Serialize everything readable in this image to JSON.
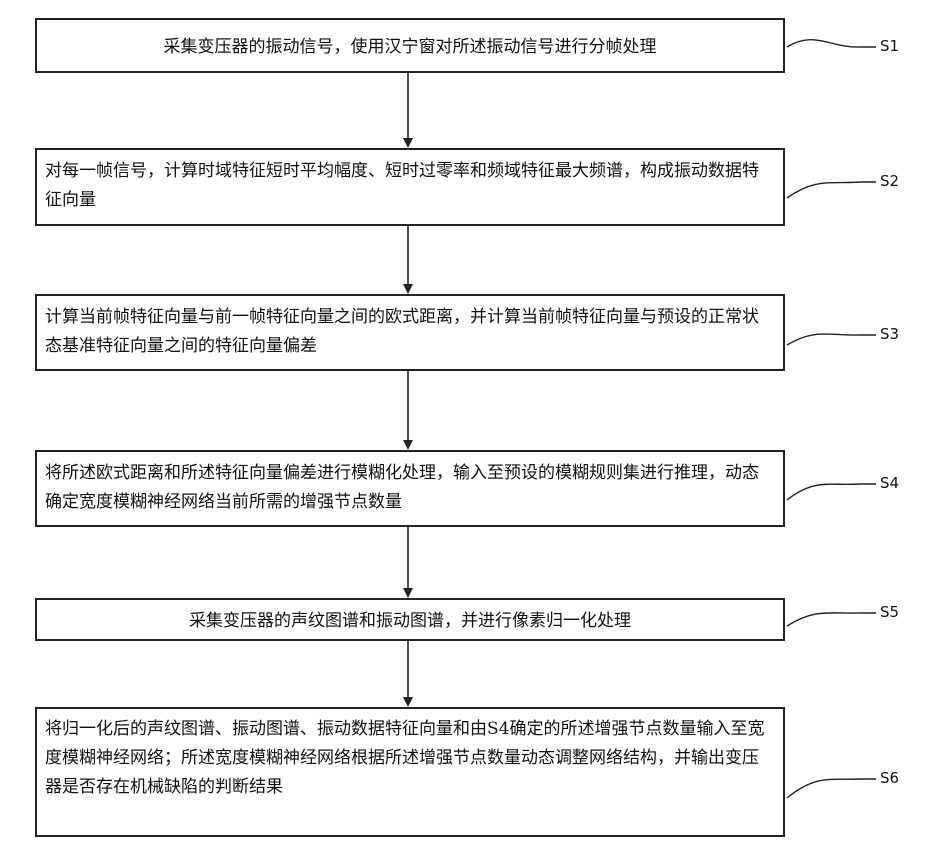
{
  "steps": [
    {
      "id": "S1",
      "label": "S1",
      "text": "采集变压器的振动信号，使用汉宁窗对所述振动信号进行分帧处理"
    },
    {
      "id": "S2",
      "label": "S2",
      "text": "对每一帧信号，计算时域特征短时平均幅度、短时过零率和频域特征最大频谱，构成振动数据特征向量"
    },
    {
      "id": "S3",
      "label": "S3",
      "text": "计算当前帧特征向量与前一帧特征向量之间的欧式距离，并计算当前帧特征向量与预设的正常状态基准特征向量之间的特征向量偏差"
    },
    {
      "id": "S4",
      "label": "S4",
      "text": "将所述欧式距离和所述特征向量偏差进行模糊化处理，输入至预设的模糊规则集进行推理，动态确定宽度模糊神经网络当前所需的增强节点数量"
    },
    {
      "id": "S5",
      "label": "S5",
      "text": "采集变压器的声纹图谱和振动图谱，并进行像素归一化处理"
    },
    {
      "id": "S6",
      "label": "S6",
      "text": "将归一化后的声纹图谱、振动图谱、振动数据特征向量和由S4确定的所述增强节点数量输入至宽度模糊神经网络；所述宽度模糊神经网络根据所述增强节点数量动态调整网络结构，并输出变压器是否存在机械缺陷的判断结果"
    }
  ]
}
